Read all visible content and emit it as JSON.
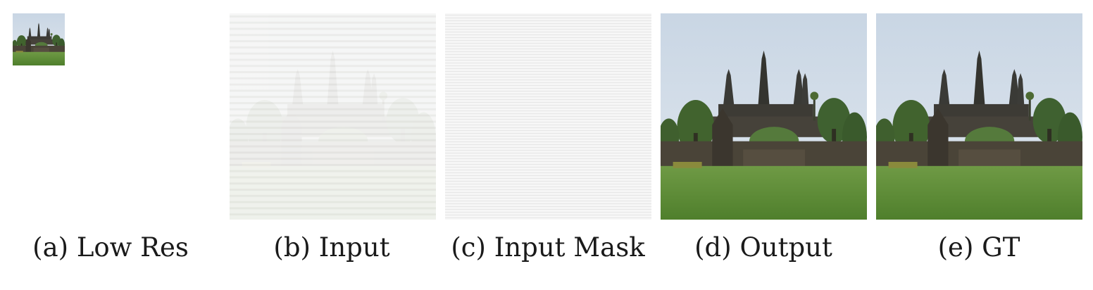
{
  "figure": {
    "panels": [
      {
        "id": "a",
        "caption": "(a) Low Res"
      },
      {
        "id": "b",
        "caption": "(b) Input"
      },
      {
        "id": "c",
        "caption": "(c) Input Mask"
      },
      {
        "id": "d",
        "caption": "(d) Output"
      },
      {
        "id": "e",
        "caption": "(e) GT"
      }
    ]
  }
}
